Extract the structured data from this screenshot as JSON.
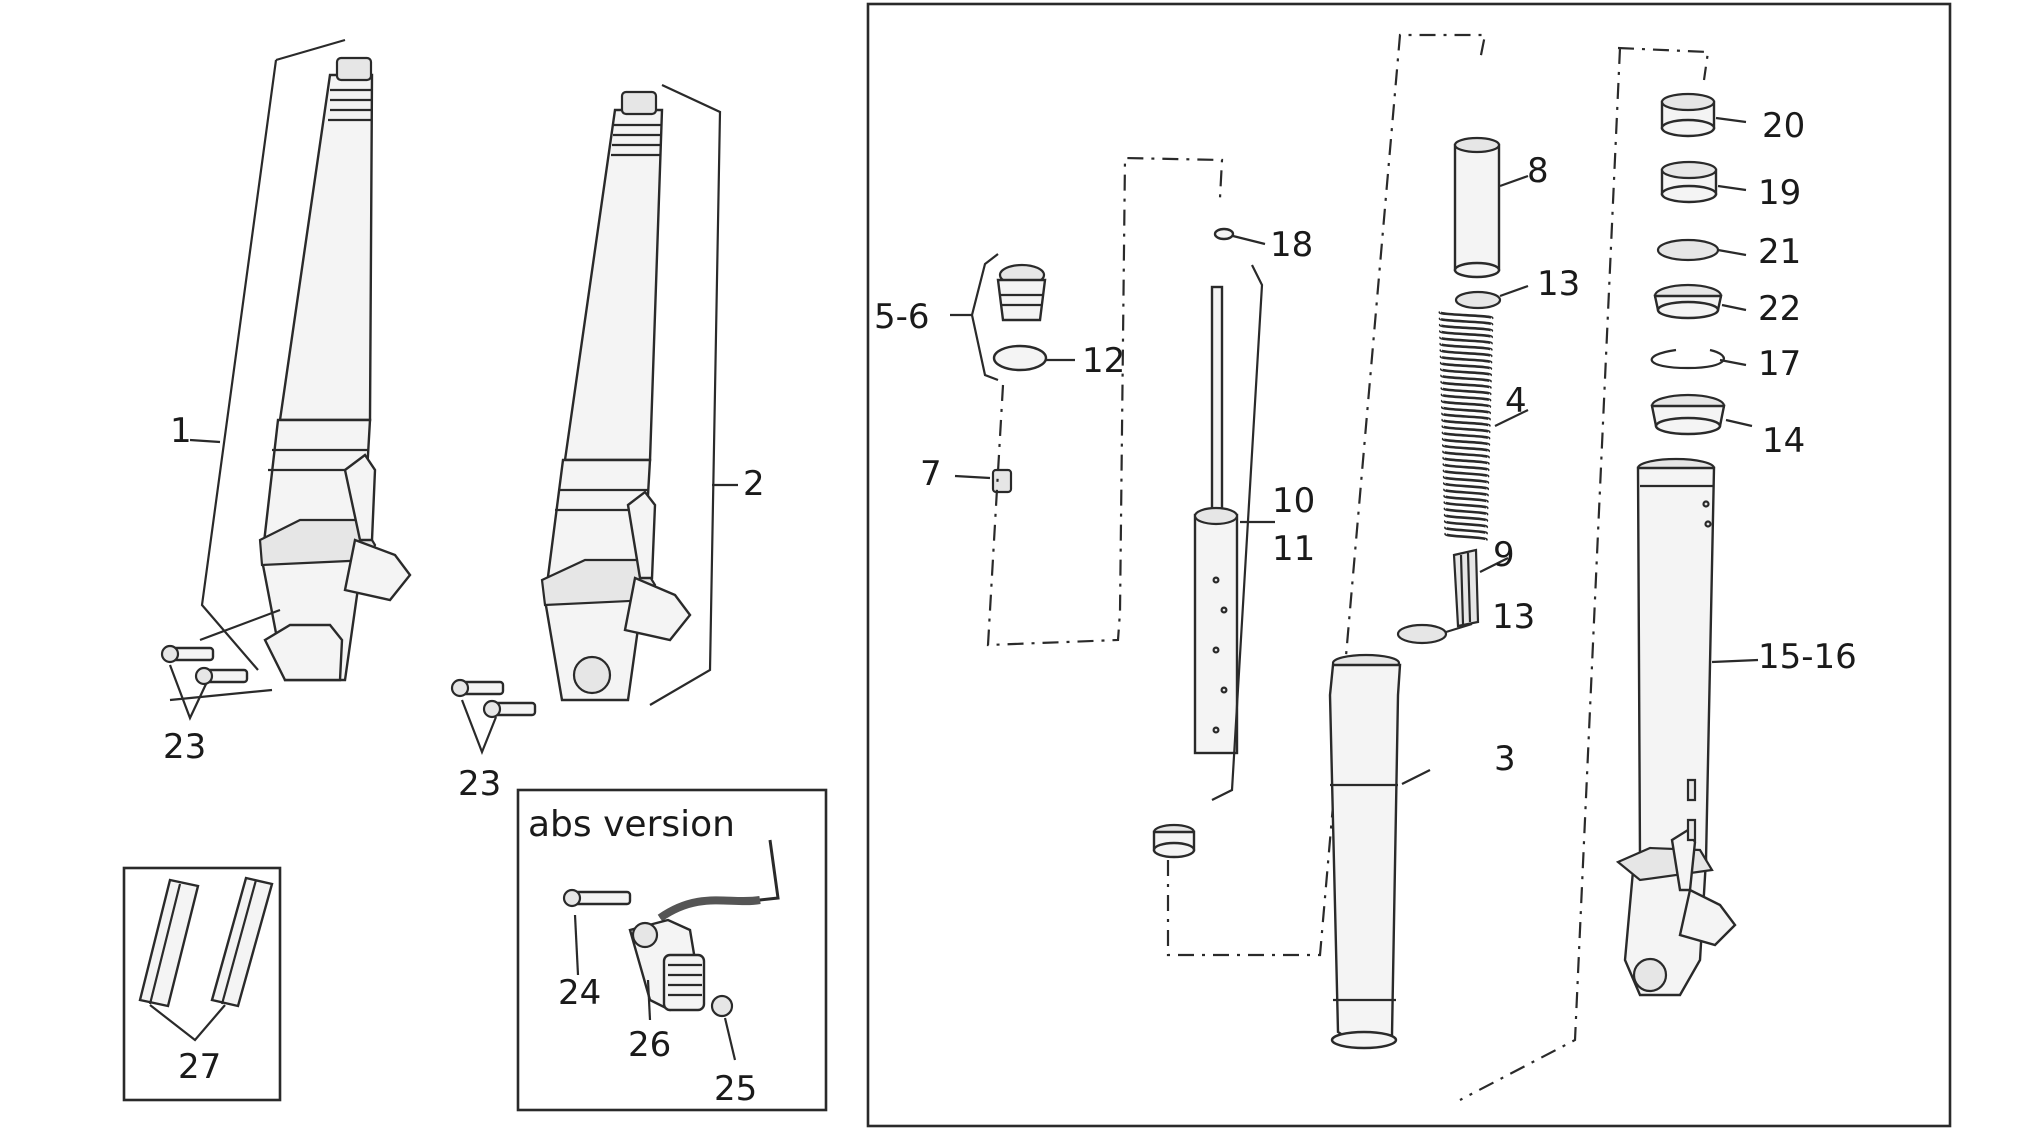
{
  "callouts": {
    "c1": "1",
    "c2": "2",
    "c3": "3",
    "c4": "4",
    "c5_6": "5-6",
    "c7": "7",
    "c8": "8",
    "c9": "9",
    "c10": "10",
    "c11": "11",
    "c12": "12",
    "c13a": "13",
    "c13b": "13",
    "c14": "14",
    "c15_16": "15-16",
    "c17": "17",
    "c18": "18",
    "c19": "19",
    "c20": "20",
    "c21": "21",
    "c22": "22",
    "c23a": "23",
    "c23b": "23",
    "c24": "24",
    "c25": "25",
    "c26": "26",
    "c27": "27"
  },
  "abs_box": {
    "title": "abs version"
  }
}
